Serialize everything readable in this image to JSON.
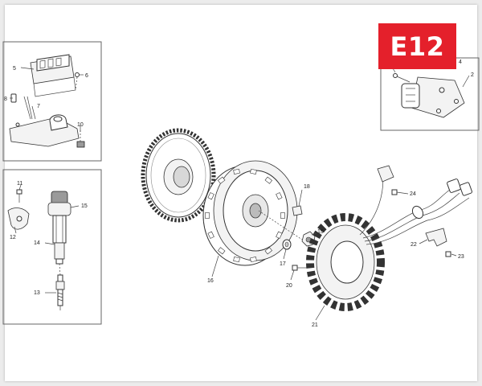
{
  "badge": {
    "code": "E12",
    "color": "#e4202b"
  },
  "callouts": {
    "c2": "2",
    "c4": "4",
    "c5": "5",
    "c6": "6",
    "c7": "7",
    "c8": "8",
    "c10": "10",
    "c11": "11",
    "c12": "12",
    "c13": "13",
    "c14": "14",
    "c15": "15",
    "c16": "16",
    "c17": "17",
    "c18": "18",
    "c19": "19",
    "c20": "20",
    "c21": "21",
    "c22": "22",
    "c23": "23",
    "c24": "24"
  }
}
